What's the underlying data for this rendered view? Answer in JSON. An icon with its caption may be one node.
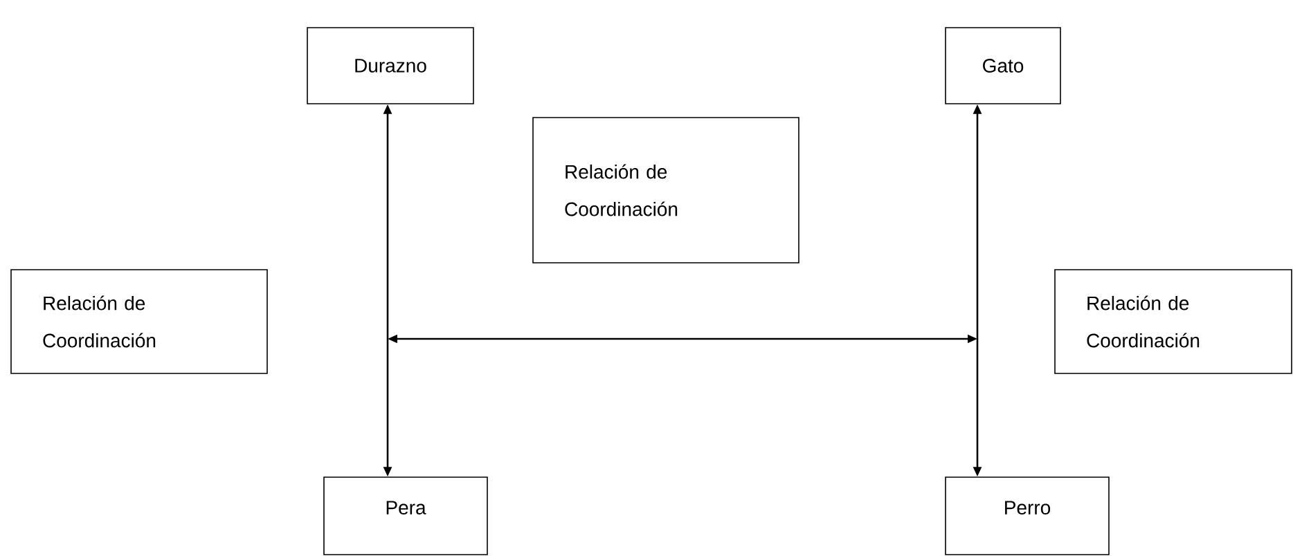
{
  "diagram": {
    "nodes": [
      {
        "text": [
          "Durazno"
        ]
      },
      {
        "text": [
          "Gato"
        ]
      },
      {
        "text": [
          "Relación de Coordinación"
        ]
      },
      {
        "text": [
          "Relación de Coordinación"
        ]
      },
      {
        "text": [
          "Relación de Coordinación"
        ]
      },
      {
        "text": [
          "Pera"
        ]
      },
      {
        "text": [
          "Perro"
        ]
      }
    ],
    "edges": [
      {
        "from": 0,
        "to": 5,
        "arrow": "both"
      },
      {
        "from": 1,
        "to": 6,
        "arrow": "both"
      }
    ]
  }
}
